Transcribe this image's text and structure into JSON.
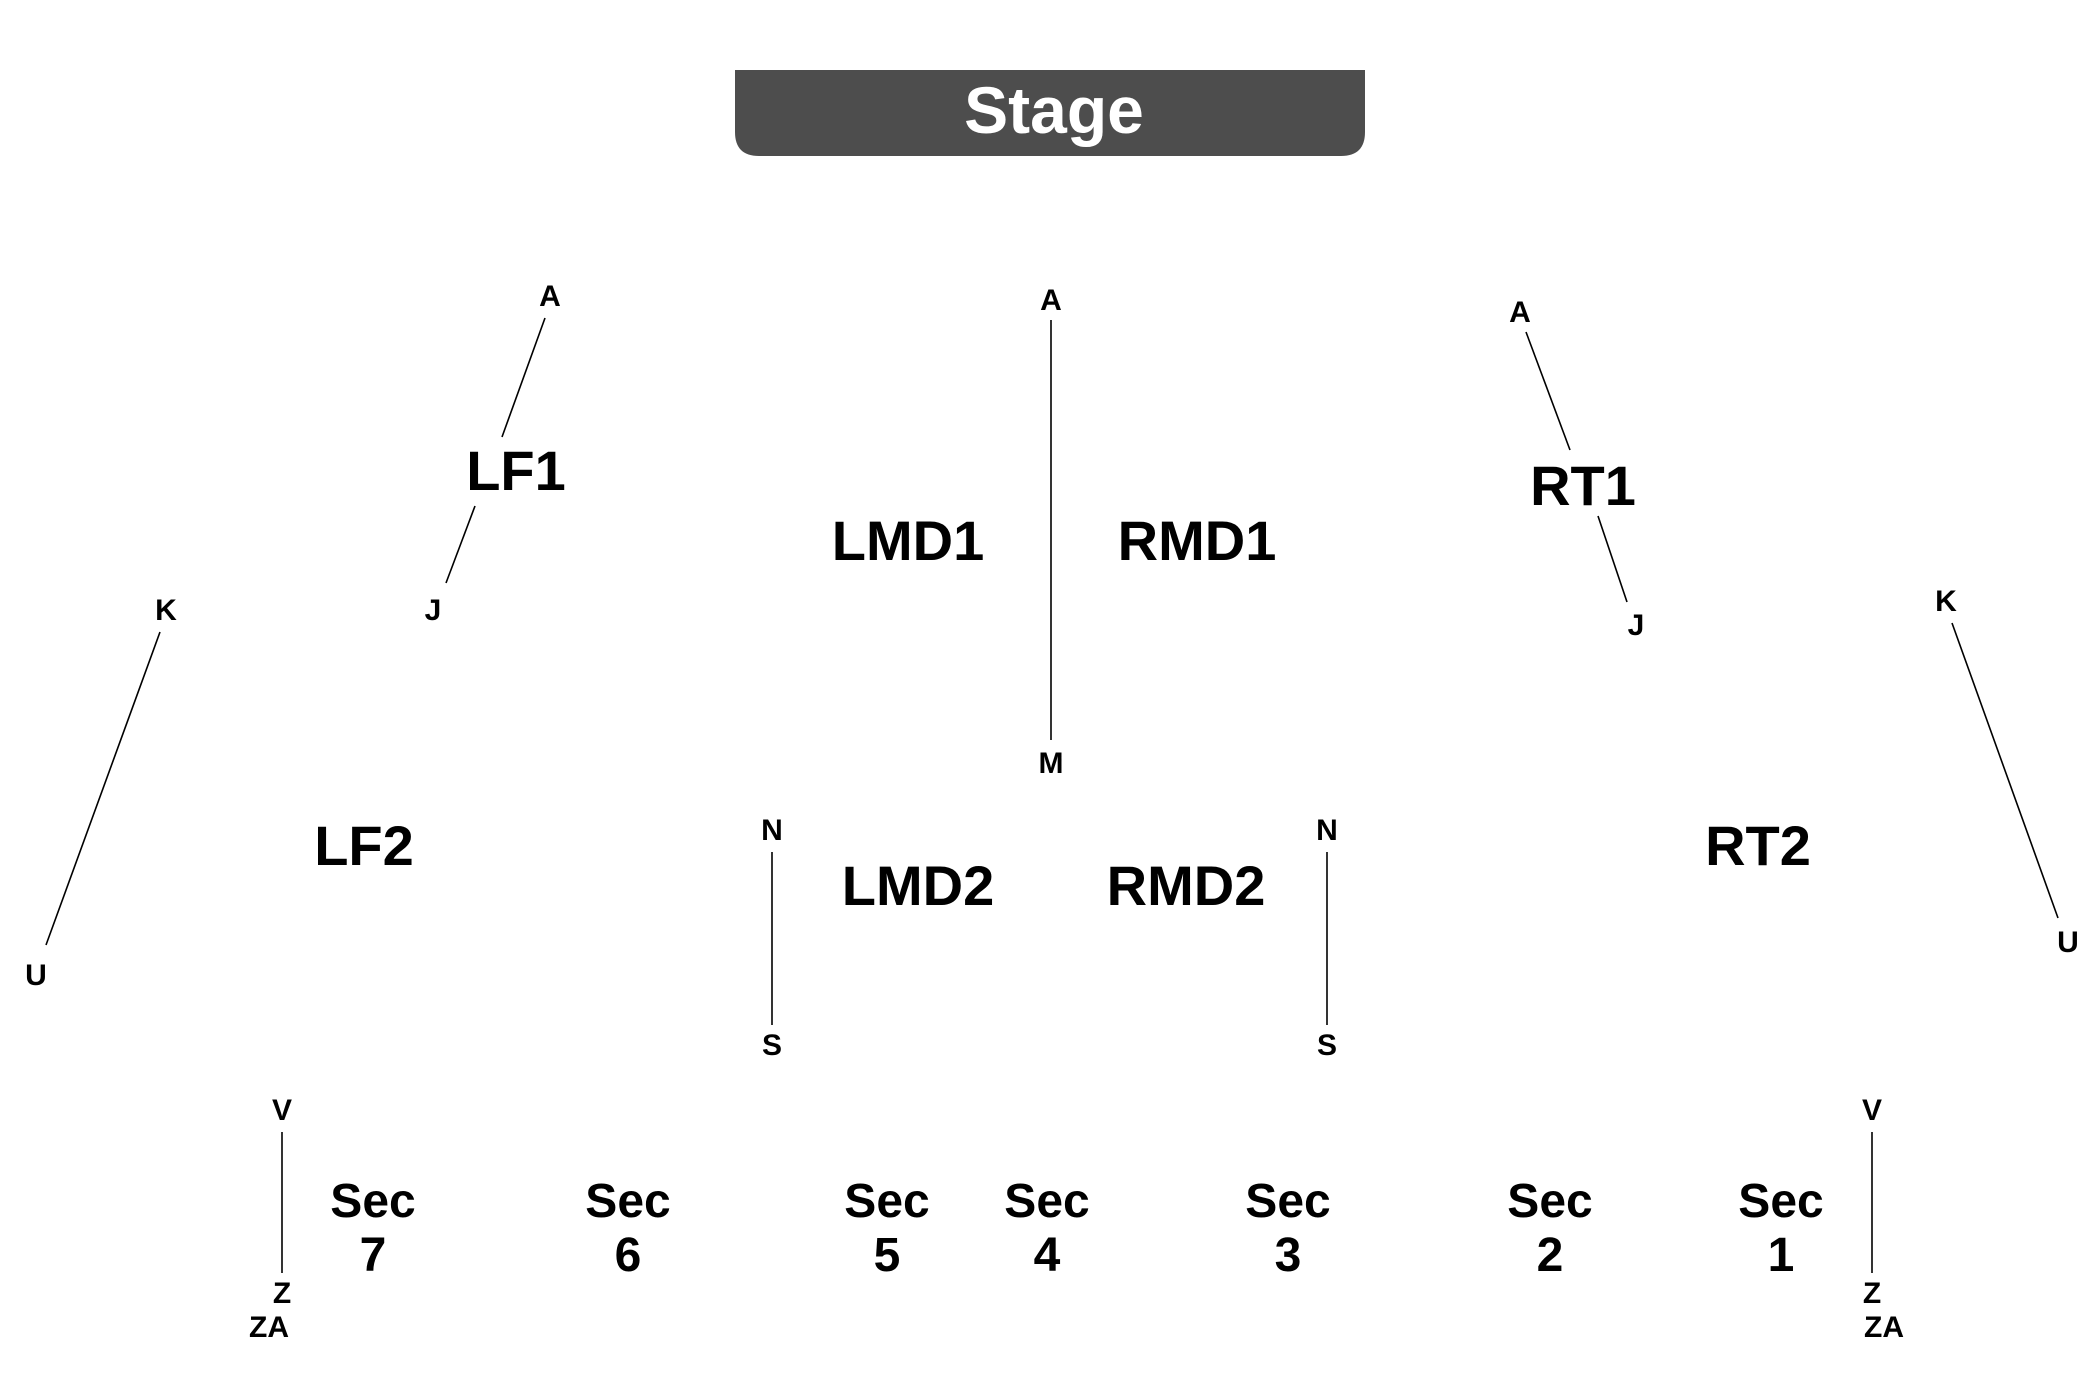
{
  "stage": {
    "label": "Stage",
    "color": "#4d4d4d"
  },
  "sections": [
    {
      "id": "lf1",
      "lines": [
        "LF1"
      ]
    },
    {
      "id": "lmd1",
      "lines": [
        "LMD1"
      ]
    },
    {
      "id": "rmd1",
      "lines": [
        "RMD1"
      ]
    },
    {
      "id": "rt1",
      "lines": [
        "RT1"
      ]
    },
    {
      "id": "lf2",
      "lines": [
        "LF2"
      ]
    },
    {
      "id": "lmd2",
      "lines": [
        "LMD2"
      ]
    },
    {
      "id": "rmd2",
      "lines": [
        "RMD2"
      ]
    },
    {
      "id": "rt2",
      "lines": [
        "RT2"
      ]
    },
    {
      "id": "sec7",
      "lines": [
        "Sec",
        "7"
      ]
    },
    {
      "id": "sec6",
      "lines": [
        "Sec",
        "6"
      ]
    },
    {
      "id": "sec5",
      "lines": [
        "Sec",
        "5"
      ]
    },
    {
      "id": "sec4",
      "lines": [
        "Sec",
        "4"
      ]
    },
    {
      "id": "sec3",
      "lines": [
        "Sec",
        "3"
      ]
    },
    {
      "id": "sec2",
      "lines": [
        "Sec",
        "2"
      ]
    },
    {
      "id": "sec1",
      "lines": [
        "Sec",
        "1"
      ]
    }
  ],
  "row_markers": [
    {
      "id": "lf1-rows",
      "from": "A",
      "to": "J"
    },
    {
      "id": "center-rows",
      "from": "A",
      "to": "M"
    },
    {
      "id": "rt1-rows",
      "from": "A",
      "to": "J"
    },
    {
      "id": "lf2-rows",
      "from": "K",
      "to": "U"
    },
    {
      "id": "rt2-rows",
      "from": "K",
      "to": "U"
    },
    {
      "id": "lmd2-rows",
      "from": "N",
      "to": "S"
    },
    {
      "id": "rmd2-rows",
      "from": "N",
      "to": "S"
    },
    {
      "id": "left-rear-rows",
      "from": "V",
      "to": "Z",
      "extra": "ZA"
    },
    {
      "id": "right-rear-rows",
      "from": "V",
      "to": "Z",
      "extra": "ZA"
    }
  ]
}
